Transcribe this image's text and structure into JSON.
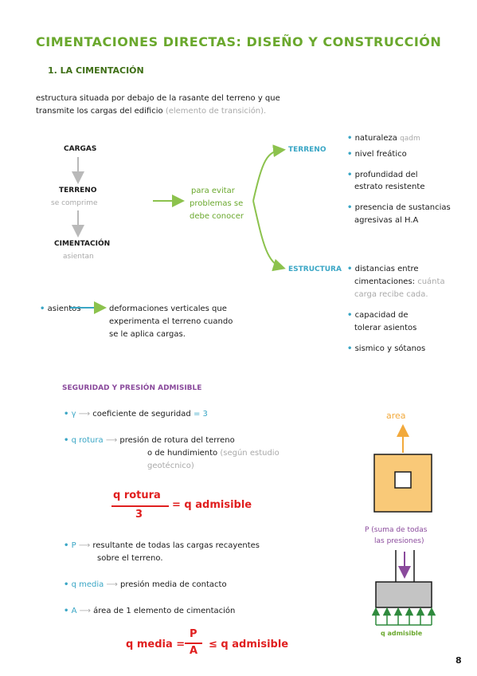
{
  "title": "CIMENTACIONES  DIRECTAS: DISEÑO  Y  CONSTRUCCIÓN",
  "section1": {
    "heading": "1. LA CIMENTACIÓN",
    "intro_line1": "estructura situada por debajo de la rasante del terreno y que",
    "intro_line2": "transmite los cargas del edificio",
    "intro_note": "(elemento de transición).",
    "flow": {
      "cargas": "CARGAS",
      "terreno": "TERRENO",
      "terreno_note": "se comprime",
      "cimentacion": "CIMENTACIÓN",
      "cimentacion_note": "asientan",
      "middle_text_1": "para evitar",
      "middle_text_2": "problemas se",
      "middle_text_3": "debe conocer",
      "branch_terreno": "TERRENO",
      "branch_estructura": "ESTRUCTURA"
    },
    "terreno_items": [
      {
        "text": "naturaleza",
        "note": "qadm"
      },
      {
        "text": "nivel freático",
        "note": ""
      },
      {
        "text": "profundidad del",
        "text2": "estrato resistente"
      },
      {
        "text": "presencia de sustancias",
        "text2": "agresivas al H.A"
      }
    ],
    "estructura_items": [
      {
        "text": "distancias entre",
        "text2": "cimentaciones:",
        "note": "cuánta",
        "note2": "carga recibe cada."
      },
      {
        "text": "capacidad de",
        "text2": "tolerar asientos"
      },
      {
        "text": "sismico y sótanos"
      }
    ],
    "asientos": {
      "label": "asientos",
      "line1": "deformaciones verticales que",
      "line2": "experimenta el terreno cuando",
      "line3": "se le aplica cargas."
    }
  },
  "section2": {
    "heading": "SEGURIDAD Y PRESIÓN ADMISIBLE",
    "gamma": {
      "sym": "γ",
      "text": "coeficiente de seguridad",
      "value": "= 3"
    },
    "q_rotura": {
      "sym": "q rotura",
      "line1": "presión de rotura del terreno",
      "line2": "o de hundimiento",
      "note1": "(según estudio",
      "note2": "geotécnico)"
    },
    "formula1": {
      "numerator": "q rotura",
      "denominator": "3",
      "result": "= q admisible"
    },
    "p": {
      "sym": "P",
      "line1": "resultante de todas las cargas recayentes",
      "line2": "sobre el terreno."
    },
    "q_media": {
      "sym": "q media",
      "text": "presión media de contacto"
    },
    "A": {
      "sym": "A",
      "text": "área de 1 elemento de cimentación"
    },
    "formula2": {
      "left": "q media =",
      "numerator": "P",
      "denominator": "A",
      "result": "≤ q admisible"
    },
    "diagram_area_label": "area",
    "diagram_p_label_1": "P (suma de todas",
    "diagram_p_label_2": "las presiones)",
    "diagram_q_label": "q admisible"
  },
  "page_number": "8",
  "colors": {
    "green": "#6aa82d",
    "blue": "#3aa6c5",
    "red": "#e01f1f",
    "purple": "#8a4a9c",
    "orange": "#f2a93b",
    "gray": "#a9a9a9"
  }
}
